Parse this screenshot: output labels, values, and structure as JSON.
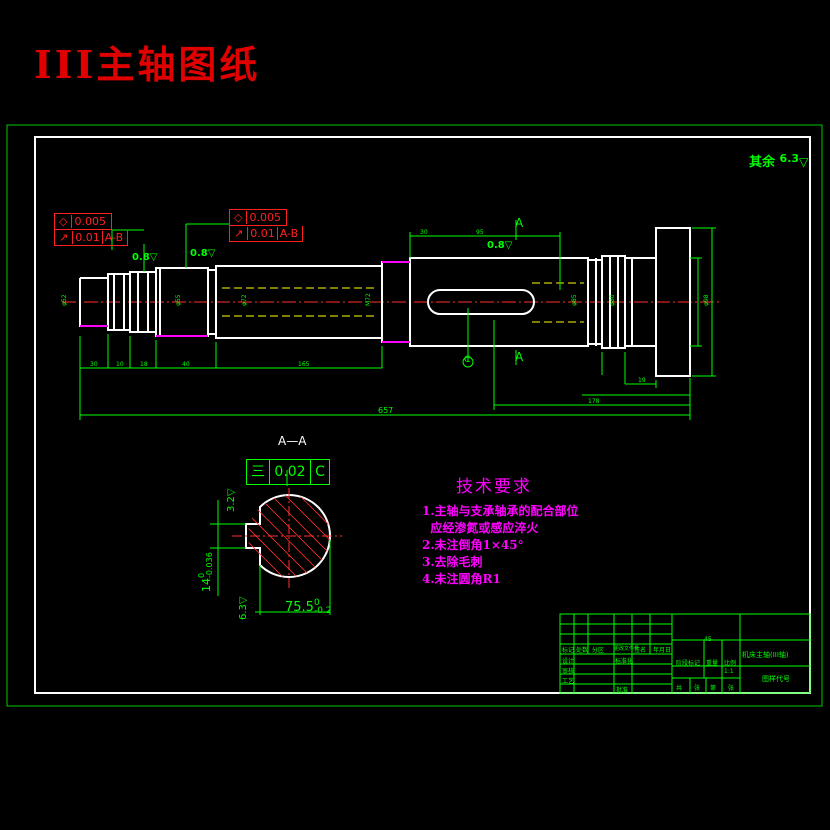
{
  "page_title": "III主轴图纸",
  "colors": {
    "background": "#000000",
    "title": "#e00000",
    "outer_frame": "#00c800",
    "inner_frame": "#ffffff",
    "part_outline": "#ffffff",
    "dimension": "#00ff00",
    "tolerance_box": "#ff2020",
    "centerline": "#ff3030",
    "notes": "#ff00ff",
    "magenta_edge": "#ff00ff"
  },
  "roughness_note": {
    "label": "其余",
    "value": "6.3"
  },
  "tolerance_frames": [
    {
      "symbol1": "◇",
      "value1": "0.005",
      "symbol2": "↗",
      "value2": "0.01",
      "datum": "A-B"
    },
    {
      "symbol1": "◇",
      "value1": "0.005",
      "symbol2": "↗",
      "value2": "0.01",
      "datum": "A-B"
    }
  ],
  "roughness_marks": [
    "0.8",
    "0.8",
    "0.8"
  ],
  "section_marks": {
    "cut_letter_top": "A",
    "cut_letter_bottom": "A",
    "datum_c": "C"
  },
  "overall_dimension": "657",
  "section_view": {
    "title": "A—A",
    "flatness_symbol": "三",
    "flatness_value": "0.02",
    "flatness_datum": "C",
    "width_dim": "75.5",
    "width_tol_upper": "0",
    "width_tol_lower": "-0.2",
    "keyway_dim": "14",
    "keyway_tol": "-0.036",
    "keyway_tol_upper": "0",
    "roughness_top": "3.2",
    "roughness_bottom": "6.3"
  },
  "technical_requirements": {
    "heading": "技术要求",
    "items": [
      "1.主轴与支承轴承的配合部位",
      "  应经渗氮或感应淬火",
      "2.未注倒角1×45°",
      "3.去除毛刺",
      "4.未注圆角R1"
    ]
  },
  "title_block": {
    "material": "45",
    "part_name": "机床主轴(III轴)",
    "scale": "1:1",
    "drawing_code": "图样代号",
    "label_mark": "标记",
    "label_count": "处数",
    "label_zone": "分区",
    "label_change_no": "更改文件号",
    "label_sign": "签名",
    "label_date": "年月日",
    "label_design": "设计",
    "label_check": "审核",
    "label_process": "工艺",
    "label_standard": "标准化",
    "label_approve": "批准",
    "label_stage_mark": "阶段标记",
    "label_weight": "重量",
    "label_ratio": "比例",
    "label_sheet": "共",
    "label_sheet_of": "第",
    "label_page": "张"
  }
}
